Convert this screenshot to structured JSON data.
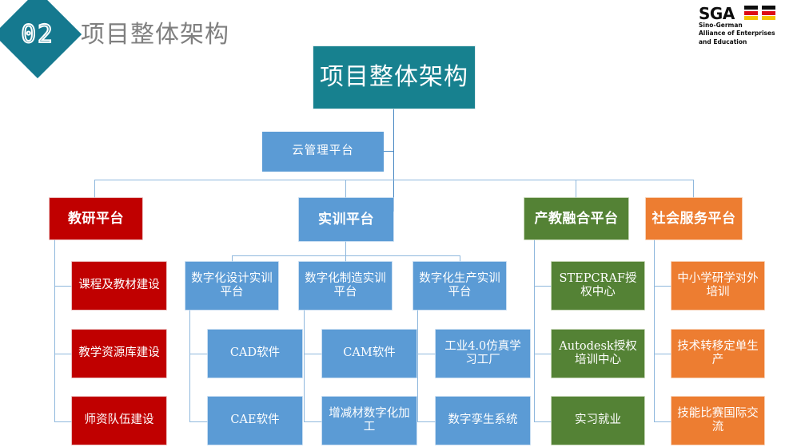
{
  "header": {
    "section_number": "02",
    "page_title": "项目整体架构"
  },
  "logo": {
    "wordmark": "SGA",
    "tagline": "Sino-German\nAlliance of Enterprises\nand Education",
    "tagline_line1": "Sino-German",
    "tagline_line2": "Alliance of Enterprises",
    "tagline_line3": "and Education",
    "flag_colors": [
      "#0d0d0d",
      "#dd0b15",
      "#f4c400"
    ]
  },
  "colors": {
    "root_teal": "#17818f",
    "blue": "#5B9BD5",
    "red": "#C00000",
    "green": "#548235",
    "orange": "#ED7D31",
    "connector": "#4a89c4",
    "title_gray": "#7f7f7f"
  },
  "chart_data": {
    "type": "diagram",
    "title": "项目整体架构",
    "root": "项目整体架构",
    "intermediate": "云管理平台",
    "branches": [
      {
        "label": "教研平台",
        "color": "#C00000",
        "children": [
          {
            "label": "课程及教材建设"
          },
          {
            "label": "教学资源库建设"
          },
          {
            "label": "师资队伍建设"
          }
        ]
      },
      {
        "label": "实训平台",
        "color": "#5B9BD5",
        "children": [
          {
            "label": "数字化设计实训平台",
            "children": [
              {
                "label": "CAD软件"
              },
              {
                "label": "CAE软件"
              }
            ]
          },
          {
            "label": "数字化制造实训平台",
            "children": [
              {
                "label": "CAM软件"
              },
              {
                "label": "增减材数字化加工"
              }
            ]
          },
          {
            "label": "数字化生产实训平台",
            "children": [
              {
                "label": "工业4.0仿真学习工厂"
              },
              {
                "label": "数字孪生系统"
              }
            ]
          }
        ]
      },
      {
        "label": "产教融合平台",
        "color": "#548235",
        "children": [
          {
            "label": "STEPCRAF授权中心"
          },
          {
            "label": "Autodesk授权培训中心"
          },
          {
            "label": "实习就业"
          }
        ]
      },
      {
        "label": "社会服务平台",
        "color": "#ED7D31",
        "children": [
          {
            "label": "中小学研学对外培训"
          },
          {
            "label": "技术转移定单生产"
          },
          {
            "label": "技能比赛国际交流"
          }
        ]
      }
    ]
  },
  "nodes": {
    "root": "项目整体架构",
    "cloud": "云管理平台",
    "cat_red": "教研平台",
    "cat_blue": "实训平台",
    "cat_green": "产教融合平台",
    "cat_orange": "社会服务平台",
    "red_1": "课程及教材建设",
    "red_2": "教学资源库建设",
    "red_3": "师资队伍建设",
    "blue_a": "数字化设计实训平台",
    "blue_a1": "CAD软件",
    "blue_a2": "CAE软件",
    "blue_b": "数字化制造实训平台",
    "blue_b1": "CAM软件",
    "blue_b2": "增减材数字化加工",
    "blue_c": "数字化生产实训平台",
    "blue_c1": "工业4.0仿真学习工厂",
    "blue_c2": "数字孪生系统",
    "green_1": "STEPCRAF授权中心",
    "green_2": "Autodesk授权培训中心",
    "green_3": "实习就业",
    "orange_1": "中小学研学对外培训",
    "orange_2": "技术转移定单生产",
    "orange_3": "技能比赛国际交流"
  }
}
